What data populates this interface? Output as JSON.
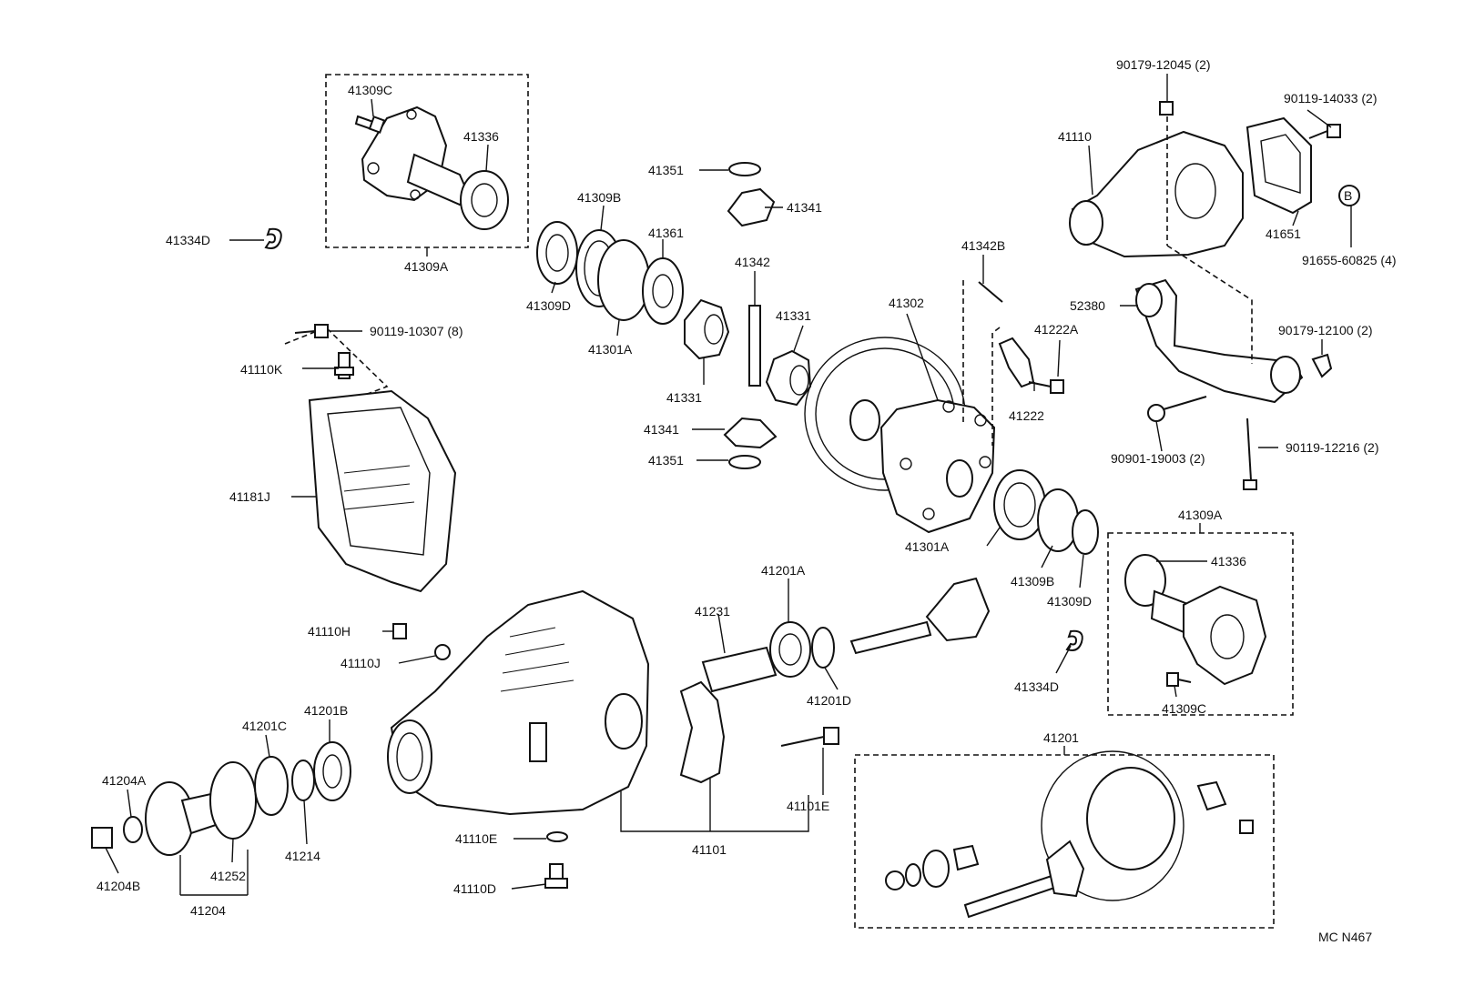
{
  "diagram": {
    "code": "MC N467",
    "labels": [
      {
        "id": "a1",
        "text": "41309C"
      },
      {
        "id": "a2",
        "text": "41336"
      },
      {
        "id": "a3",
        "text": "41309A"
      },
      {
        "id": "a4",
        "text": "41334D"
      },
      {
        "id": "a5",
        "text": "41351"
      },
      {
        "id": "a6",
        "text": "41341"
      },
      {
        "id": "a7",
        "text": "41309B"
      },
      {
        "id": "a8",
        "text": "41361"
      },
      {
        "id": "a9",
        "text": "41309D"
      },
      {
        "id": "a10",
        "text": "41301A"
      },
      {
        "id": "a11",
        "text": "41342"
      },
      {
        "id": "a12",
        "text": "41331"
      },
      {
        "id": "a13",
        "text": "41331"
      },
      {
        "id": "a14",
        "text": "41341"
      },
      {
        "id": "a15",
        "text": "41351"
      },
      {
        "id": "a16",
        "text": "90119-10307 (8)"
      },
      {
        "id": "a17",
        "text": "41110K"
      },
      {
        "id": "a18",
        "text": "41181J"
      },
      {
        "id": "a19",
        "text": "41342B"
      },
      {
        "id": "a20",
        "text": "41302"
      },
      {
        "id": "a21",
        "text": "41222A"
      },
      {
        "id": "a22",
        "text": "41222"
      },
      {
        "id": "a23",
        "text": "52380"
      },
      {
        "id": "a24",
        "text": "90179-12045 (2)"
      },
      {
        "id": "a25",
        "text": "41110"
      },
      {
        "id": "a26",
        "text": "90119-14033 (2)"
      },
      {
        "id": "a27",
        "text": "41651"
      },
      {
        "id": "a28",
        "text": "91655-60825 (4)"
      },
      {
        "id": "a29",
        "text": "90179-12100 (2)"
      },
      {
        "id": "a30",
        "text": "90901-19003 (2)"
      },
      {
        "id": "a31",
        "text": "90119-12216 (2)"
      },
      {
        "id": "a32",
        "text": "41301A"
      },
      {
        "id": "a33",
        "text": "41309B"
      },
      {
        "id": "a34",
        "text": "41309D"
      },
      {
        "id": "a35",
        "text": "41309A"
      },
      {
        "id": "a36",
        "text": "41336"
      },
      {
        "id": "a37",
        "text": "41309C"
      },
      {
        "id": "a38",
        "text": "41334D"
      },
      {
        "id": "a39",
        "text": "41201A"
      },
      {
        "id": "a40",
        "text": "41231"
      },
      {
        "id": "a41",
        "text": "41201D"
      },
      {
        "id": "a42",
        "text": "41110H"
      },
      {
        "id": "a43",
        "text": "41110J"
      },
      {
        "id": "a44",
        "text": "41201C"
      },
      {
        "id": "a45",
        "text": "41201B"
      },
      {
        "id": "a46",
        "text": "41204A"
      },
      {
        "id": "a47",
        "text": "41204B"
      },
      {
        "id": "a48",
        "text": "41252"
      },
      {
        "id": "a49",
        "text": "41214"
      },
      {
        "id": "a50",
        "text": "41204"
      },
      {
        "id": "a51",
        "text": "41101E"
      },
      {
        "id": "a52",
        "text": "41110E"
      },
      {
        "id": "a53",
        "text": "41110D"
      },
      {
        "id": "a54",
        "text": "41101"
      },
      {
        "id": "a55",
        "text": "41201"
      }
    ],
    "callout_marker": "B"
  }
}
